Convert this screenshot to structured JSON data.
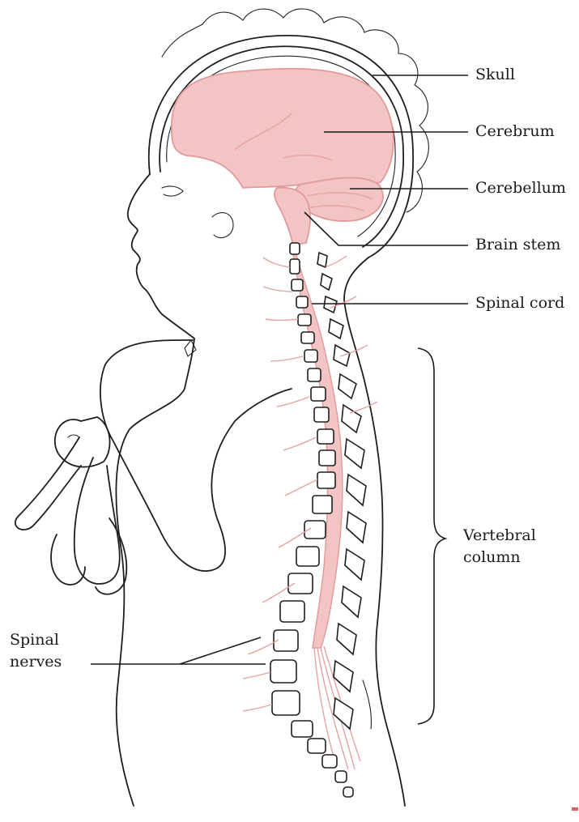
{
  "labels": {
    "skull": "Skull",
    "cerebrum": "Cerebrum",
    "cerebellum": "Cerebellum",
    "brain_stem": "Brain stem",
    "spinal_cord": "Spinal cord",
    "vertebral_column_line1": "Vertebral",
    "vertebral_column_line2": "column",
    "spinal_nerves_line1": "Spinal",
    "spinal_nerves_line2": "nerves"
  },
  "colors": {
    "brain_fill": "#f2c4c4",
    "nerve_pink": "#e6a3a3",
    "ink": "#1e1e1e"
  }
}
